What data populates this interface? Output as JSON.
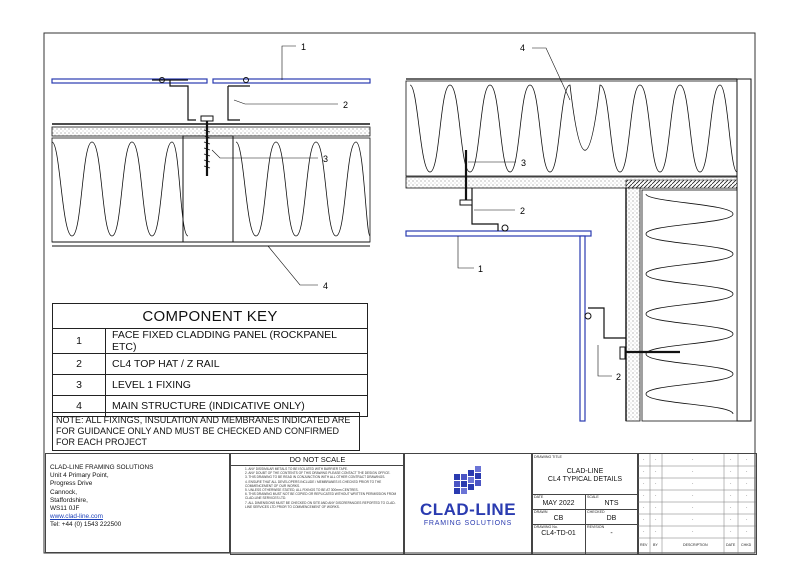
{
  "callouts": {
    "left": [
      "1",
      "2",
      "3",
      "4"
    ],
    "right": [
      "4",
      "3",
      "2",
      "1",
      "2"
    ]
  },
  "component_key": {
    "title": "COMPONENT KEY",
    "rows": [
      {
        "num": "1",
        "desc": "FACE FIXED CLADDING PANEL (ROCKPANEL ETC)"
      },
      {
        "num": "2",
        "desc": "CL4 TOP HAT / Z RAIL"
      },
      {
        "num": "3",
        "desc": "LEVEL 1 FIXING"
      },
      {
        "num": "4",
        "desc": "MAIN STRUCTURE (INDICATIVE ONLY)"
      }
    ]
  },
  "note": "NOTE: ALL FIXINGS, INSULATION AND MEMBRANES INDICATED ARE FOR GUIDANCE ONLY AND MUST BE CHECKED AND CONFIRMED FOR EACH PROJECT",
  "company": {
    "lines": [
      "CLAD-LINE FRAMING SOLUTIONS",
      "Unit 4 Primary Point,",
      "Progress Drive",
      "Cannock,",
      "Staffordshire,",
      "WS11 0JF"
    ],
    "website": "www.clad-line.com",
    "tel": "Tel: +44 (0) 1543 222500"
  },
  "do_not_scale": {
    "title": "DO NOT SCALE",
    "notes": [
      "ANY DISSIMILAR METALS TO BE ISOLATED WITH BARRIER TAPE.",
      "ANY DOUBT OF THE CONTENTS OF THIS DRAWING PLEASE CONTACT THE DESIGN OFFICE.",
      "THIS DRAWING TO BE READ IN CONJUNCTION WITH ALL OTHER CONTRACT DRAWINGS.",
      "ENSURE THAT ALL DEVELOPERS INCLUDE / MEMBRANES IS CHECKED PRIOR TO THE COMMENCEMENT OF OUR WORKS.",
      "UNLESS OTHERWISE STATED, ALL FIXINGS TO BE AT 300mm CENTRES.",
      "THIS DRAWING MUST NOT BE COPIED OR REPLICATED WITHOUT WRITTEN PERMISSION FROM CLAD-LINE SERVICES LTD.",
      "ALL DIMENSIONS MUST BE CHECKED ON SITE AND ANY DISCREPANCIES REPORTED TO CLAD-LINE SERVICES LTD PRIOR TO COMMENCEMENT OF WORKS."
    ]
  },
  "logo": {
    "brand": "CLAD-LINE",
    "tagline": "FRAMING SOLUTIONS"
  },
  "title_block": {
    "drawing_title_label": "DRAWING TITLE",
    "drawing_title": [
      "CLAD-LINE",
      "CL4 TYPICAL DETAILS"
    ],
    "date_label": "DATE",
    "date": "MAY 2022",
    "scale_label": "SCALE",
    "scale": "NTS",
    "drawn_label": "DRAWN",
    "drawn": "CB",
    "checked_label": "CHECKED",
    "checked": "DB",
    "drawing_no_label": "DRAWING No.",
    "drawing_no": "CL4-TD-01",
    "revision_label": "REVISION",
    "revision": "-"
  },
  "revisions": {
    "headers": [
      "REV",
      "BY",
      "DESCRIPTION",
      "DATE",
      "CHKD"
    ],
    "rows": [
      [
        "-",
        "-",
        "-",
        "-",
        "-"
      ],
      [
        "-",
        "-",
        "-",
        "-",
        "-"
      ],
      [
        "-",
        "-",
        "-",
        "-",
        "-"
      ],
      [
        "-",
        "-",
        "-",
        "-",
        "-"
      ],
      [
        "-",
        "-",
        "-",
        "-",
        "-"
      ],
      [
        "-",
        "-",
        "-",
        "-",
        "-"
      ],
      [
        "-",
        "-",
        "-",
        "-",
        "-"
      ]
    ]
  },
  "colors": {
    "panel": "#2a3bb0",
    "line": "#111111"
  }
}
